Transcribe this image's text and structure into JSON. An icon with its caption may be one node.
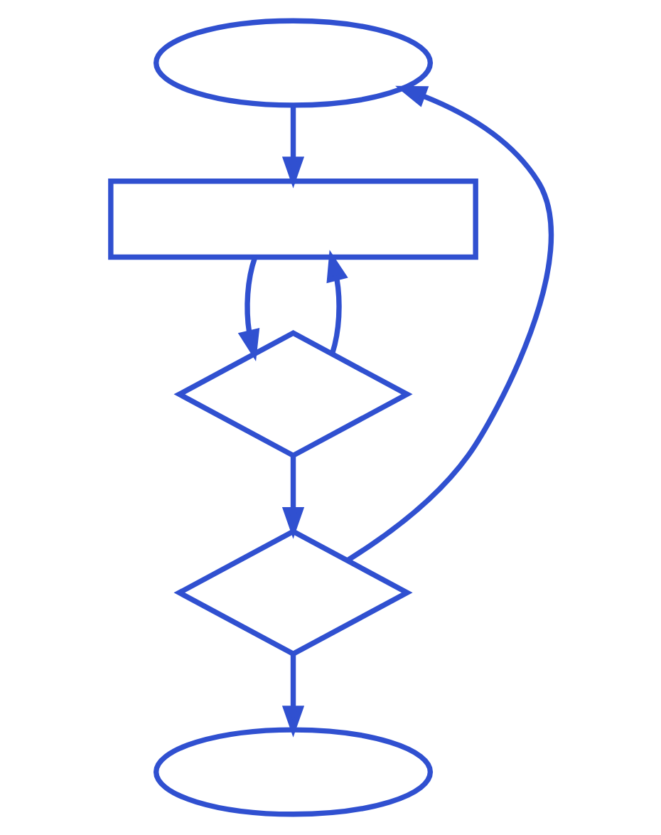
{
  "diagram": {
    "nodes": [
      {
        "text": [],
        "shape": "ellipse"
      },
      {
        "text": [],
        "shape": "box"
      },
      {
        "text": [],
        "shape": "diamond"
      },
      {
        "text": [],
        "shape": "diamond"
      },
      {
        "text": [],
        "shape": "ellipse"
      }
    ],
    "edges": [
      {
        "from": 0,
        "to": 1,
        "arrow": "to"
      },
      {
        "from": 1,
        "to": 2,
        "arrow": "to"
      },
      {
        "from": 2,
        "to": 3,
        "arrow": "to"
      },
      {
        "from": 3,
        "to": 4,
        "arrow": "to"
      },
      {
        "from": 2,
        "to": 1,
        "arrow": "to"
      },
      {
        "from": 3,
        "to": 0,
        "arrow": "to"
      }
    ]
  }
}
